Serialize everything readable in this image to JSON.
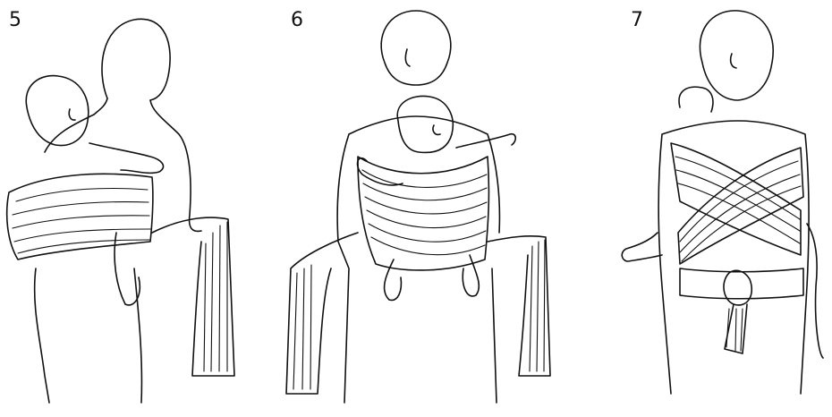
{
  "steps": [
    {
      "number": "5"
    },
    {
      "number": "6"
    },
    {
      "number": "7"
    }
  ]
}
